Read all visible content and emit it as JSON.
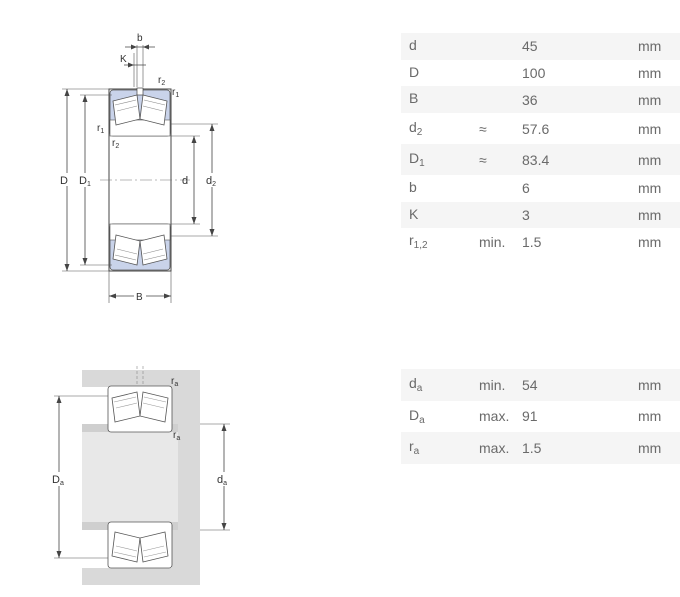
{
  "drawing1": {
    "labels": {
      "b": "b",
      "K": "K",
      "r2_top": "r",
      "r2_top_sub": "2",
      "r1_top": "r",
      "r1_top_sub": "1",
      "r1_left": "r",
      "r1_left_sub": "1",
      "r2_left": "r",
      "r2_left_sub": "2",
      "D": "D",
      "D1": "D",
      "D1_sub": "1",
      "d": "d",
      "d2": "d",
      "d2_sub": "2",
      "B": "B"
    }
  },
  "drawing2": {
    "labels": {
      "ra_top": "r",
      "ra_top_sub": "a",
      "ra_mid": "r",
      "ra_mid_sub": "a",
      "Da": "D",
      "Da_sub": "a",
      "da": "d",
      "da_sub": "a"
    }
  },
  "dimensions": [
    {
      "sym": "d",
      "sub": "",
      "qual": "",
      "val": "45",
      "unit": "mm"
    },
    {
      "sym": "D",
      "sub": "",
      "qual": "",
      "val": "100",
      "unit": "mm"
    },
    {
      "sym": "B",
      "sub": "",
      "qual": "",
      "val": "36",
      "unit": "mm"
    },
    {
      "sym": "d",
      "sub": "2",
      "qual": "≈",
      "val": "57.6",
      "unit": "mm"
    },
    {
      "sym": "D",
      "sub": "1",
      "qual": "≈",
      "val": "83.4",
      "unit": "mm"
    },
    {
      "sym": "b",
      "sub": "",
      "qual": "",
      "val": "6",
      "unit": "mm"
    },
    {
      "sym": "K",
      "sub": "",
      "qual": "",
      "val": "3",
      "unit": "mm"
    },
    {
      "sym": "r",
      "sub": "1,2",
      "qual": "min.",
      "val": "1.5",
      "unit": "mm"
    }
  ],
  "abutment": [
    {
      "sym": "d",
      "sub": "a",
      "qual": "min.",
      "val": "54",
      "unit": "mm"
    },
    {
      "sym": "D",
      "sub": "a",
      "qual": "max.",
      "val": "91",
      "unit": "mm"
    },
    {
      "sym": "r",
      "sub": "a",
      "qual": "max.",
      "val": "1.5",
      "unit": "mm"
    }
  ]
}
